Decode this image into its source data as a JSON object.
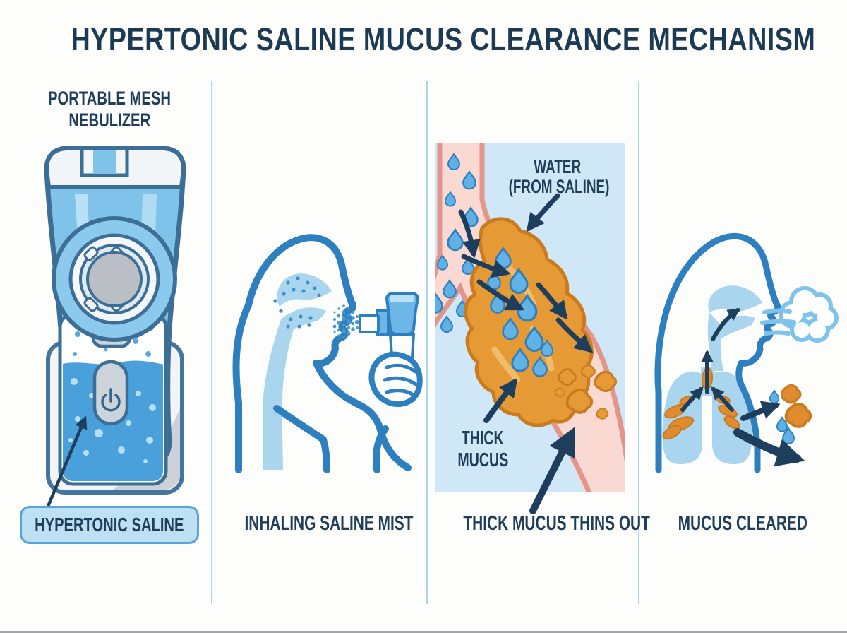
{
  "title": "HYPERTONIC SALINE MUCUS CLEARANCE MECHANISM",
  "panels": [
    {
      "id": "nebulizer",
      "heading_line1": "PORTABLE MESH",
      "heading_line2": "NEBULIZER",
      "label": "HYPERTONIC SALINE"
    },
    {
      "id": "inhaling",
      "caption": "INHALING SALINE MIST"
    },
    {
      "id": "thinning",
      "caption": "THICK MUCUS THINS OUT",
      "annotations": {
        "water_line1": "WATER",
        "water_line2": "(FROM SALINE)",
        "mucus_line1": "THICK",
        "mucus_line2": "MUCUS"
      }
    },
    {
      "id": "cleared",
      "caption": "MUCUS CLEARED"
    }
  ],
  "colors": {
    "title_navy": "#1d3a54",
    "text_navy": "#1e3e5a",
    "arrow_navy": "#1d3e5c",
    "person_outline_blue": "#2e7fc0",
    "device_outline": "#3c6e96",
    "device_body_blue": "#7fc3ea",
    "light_blue_fill": "#a9d5ef",
    "panel_bg_blue": "#cfe7f6",
    "saline_liquid": "#4aa0da",
    "airway_pink_fill": "#f9d9d1",
    "airway_pink_wall": "#e2958a",
    "mucus_orange": "#e59a36",
    "mucus_outline": "#c97b1f",
    "mucus_highlight": "#f0bc6a",
    "droplet_blue": "#5fb0e4",
    "label_box_fill": "#bee0f3",
    "label_box_border": "#56a5d8",
    "divider_blue": "#aed4ea",
    "button_gray": "#cdd4d9"
  },
  "icons": {
    "power_icon": "⏻",
    "mesh_grid_icon": "grid",
    "droplet_icon": "water drop",
    "flow_arrow_icon": "tapered arrow",
    "breath_cloud_icon": "puff cloud",
    "mist_spray_icon": "dot fan"
  }
}
